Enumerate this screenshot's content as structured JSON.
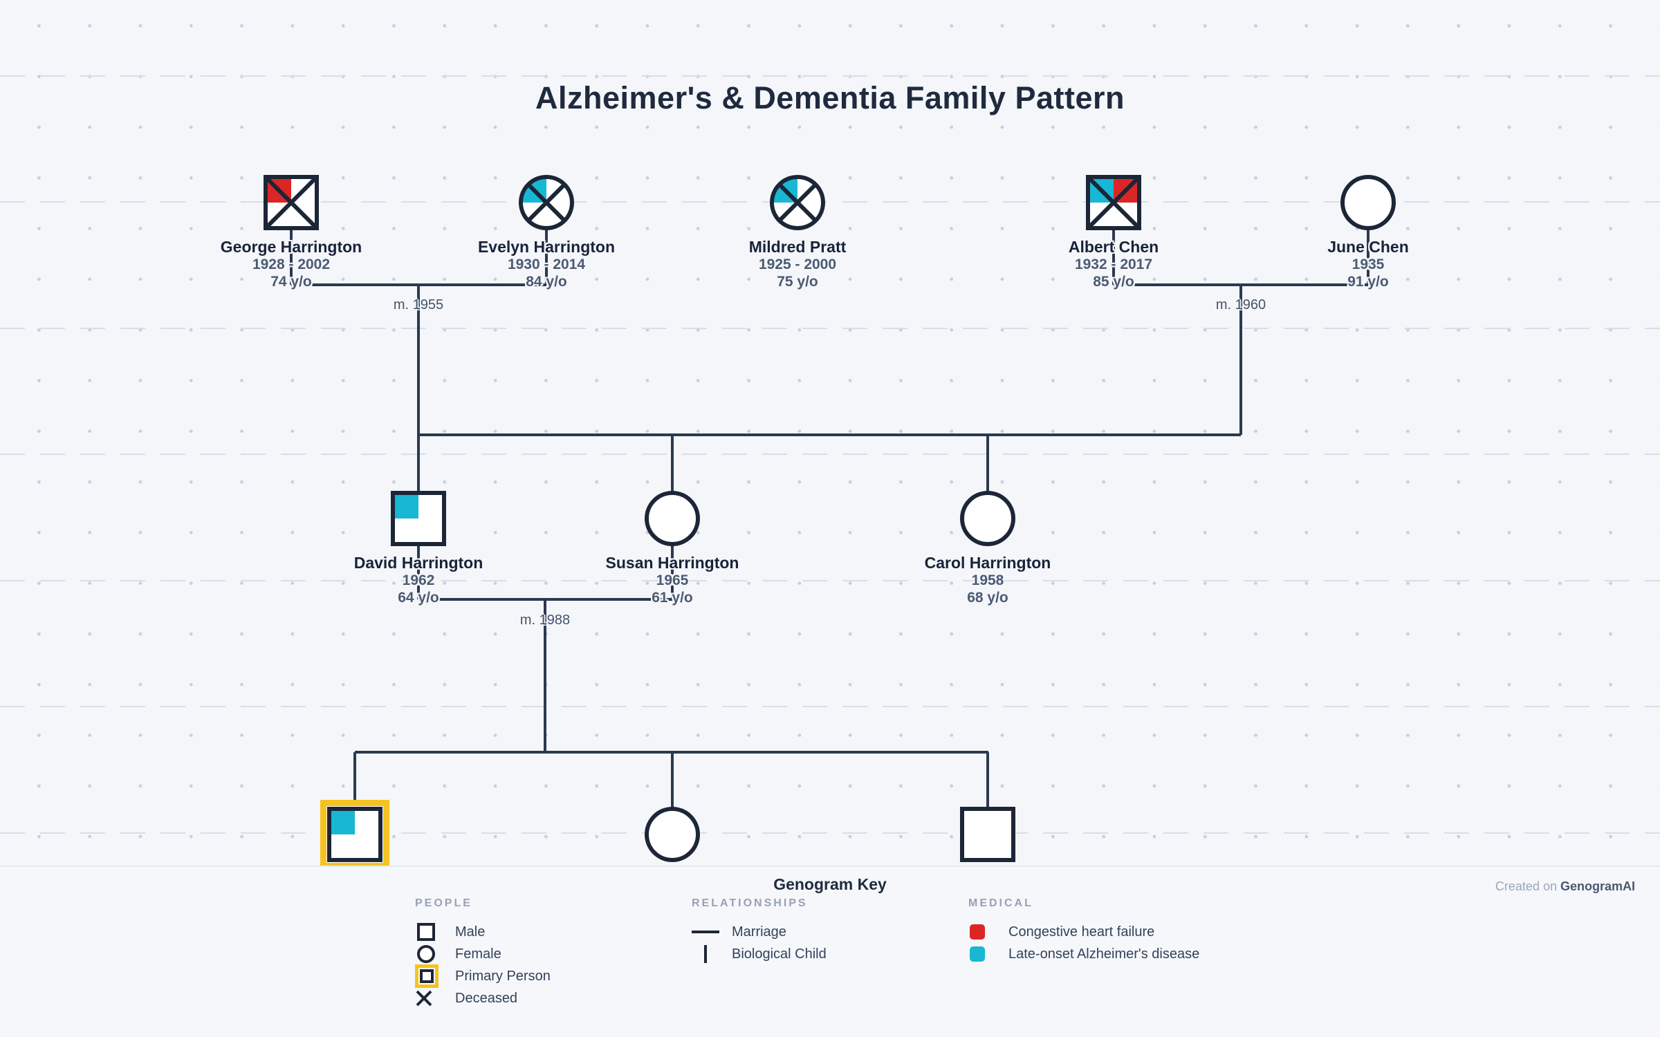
{
  "title": "Alzheimer's & Dementia Family Pattern",
  "colors": {
    "symbol": "#1c2637",
    "line": "#2b3950",
    "gold": "#f5c31f",
    "chf": "#dc2626",
    "alz": "#18b7d4"
  },
  "persons": {
    "george": {
      "name": "George Harrington",
      "years": "1928 - 2002",
      "age": "74 y/o"
    },
    "evelyn": {
      "name": "Evelyn Harrington",
      "years": "1930 - 2014",
      "age": "84 y/o"
    },
    "mildred": {
      "name": "Mildred Pratt",
      "years": "1925 - 2000",
      "age": "75 y/o"
    },
    "albert": {
      "name": "Albert Chen",
      "years": "1932 - 2017",
      "age": "85 y/o"
    },
    "june": {
      "name": "June Chen",
      "years": "1935",
      "age": "91 y/o"
    },
    "david": {
      "name": "David Harrington",
      "years": "1962",
      "age": "64 y/o"
    },
    "susan": {
      "name": "Susan Harrington",
      "years": "1965",
      "age": "61 y/o"
    },
    "carol": {
      "name": "Carol Harrington",
      "years": "1958",
      "age": "68 y/o"
    }
  },
  "marriages": [
    {
      "label": "m. 1955"
    },
    {
      "label": "m. 1960"
    },
    {
      "label": "m. 1988"
    }
  ],
  "key": {
    "heading": "Genogram Key",
    "watermark": {
      "prefix": "Created on ",
      "brand": "GenogramAI"
    },
    "people": {
      "header": "PEOPLE",
      "items": [
        {
          "label": "Male"
        },
        {
          "label": "Female"
        },
        {
          "label": "Primary Person"
        },
        {
          "label": "Deceased"
        }
      ]
    },
    "relationships": {
      "header": "RELATIONSHIPS",
      "items": [
        {
          "label": "Marriage"
        },
        {
          "label": "Biological Child"
        }
      ]
    },
    "medical": {
      "header": "MEDICAL",
      "items": [
        {
          "label": "Congestive heart failure",
          "color": "#dc2626"
        },
        {
          "label": "Late-onset Alzheimer's disease",
          "color": "#18b7d4"
        }
      ]
    }
  }
}
